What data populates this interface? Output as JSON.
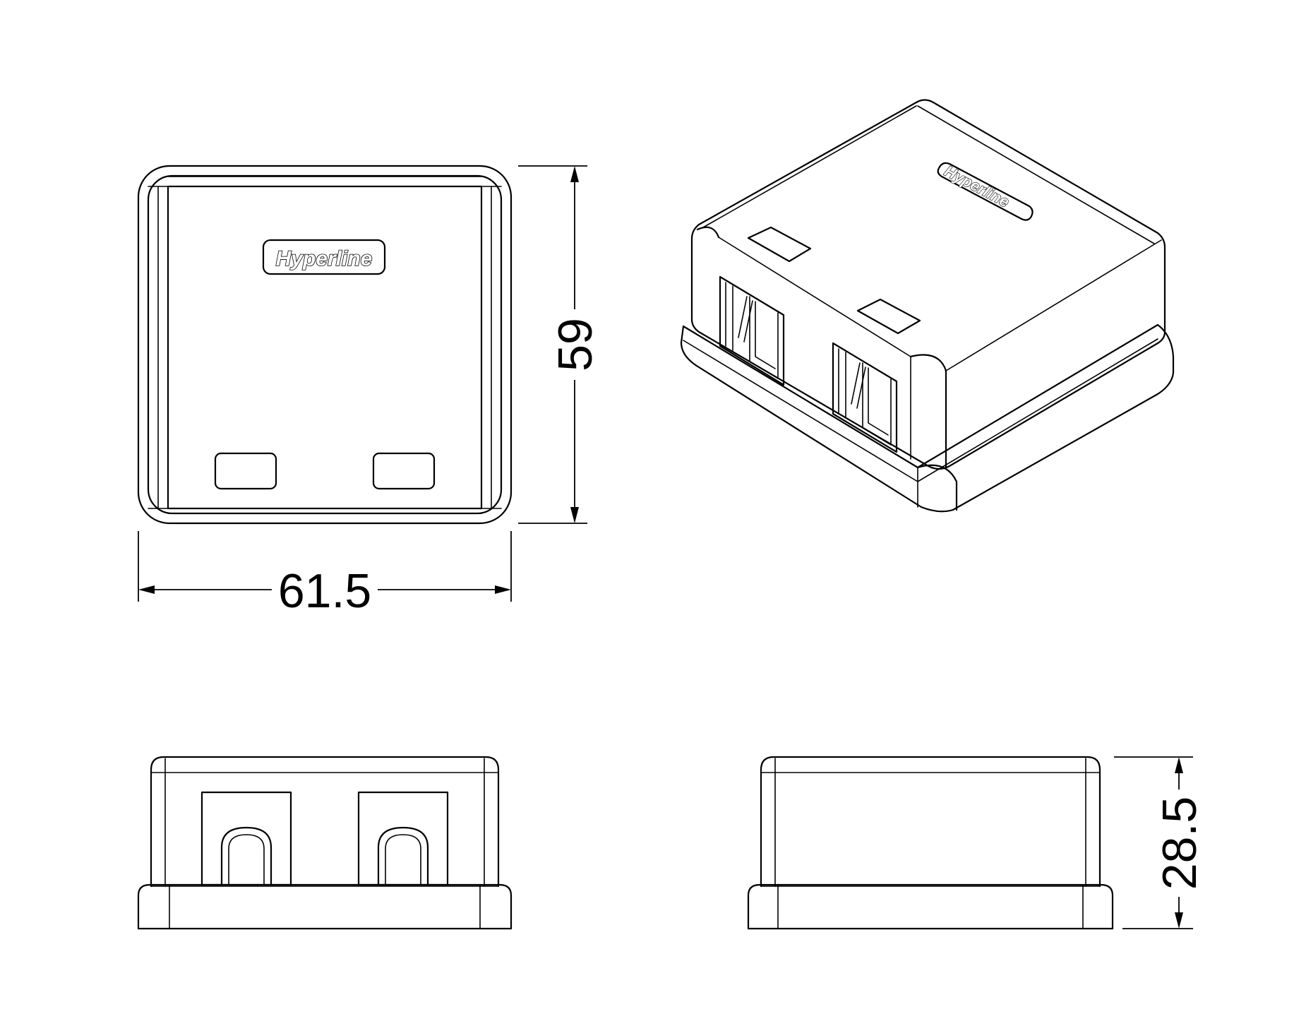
{
  "brand": "Hyperline",
  "dimensions": {
    "width": "61.5",
    "height": "59",
    "depth": "28.5"
  }
}
